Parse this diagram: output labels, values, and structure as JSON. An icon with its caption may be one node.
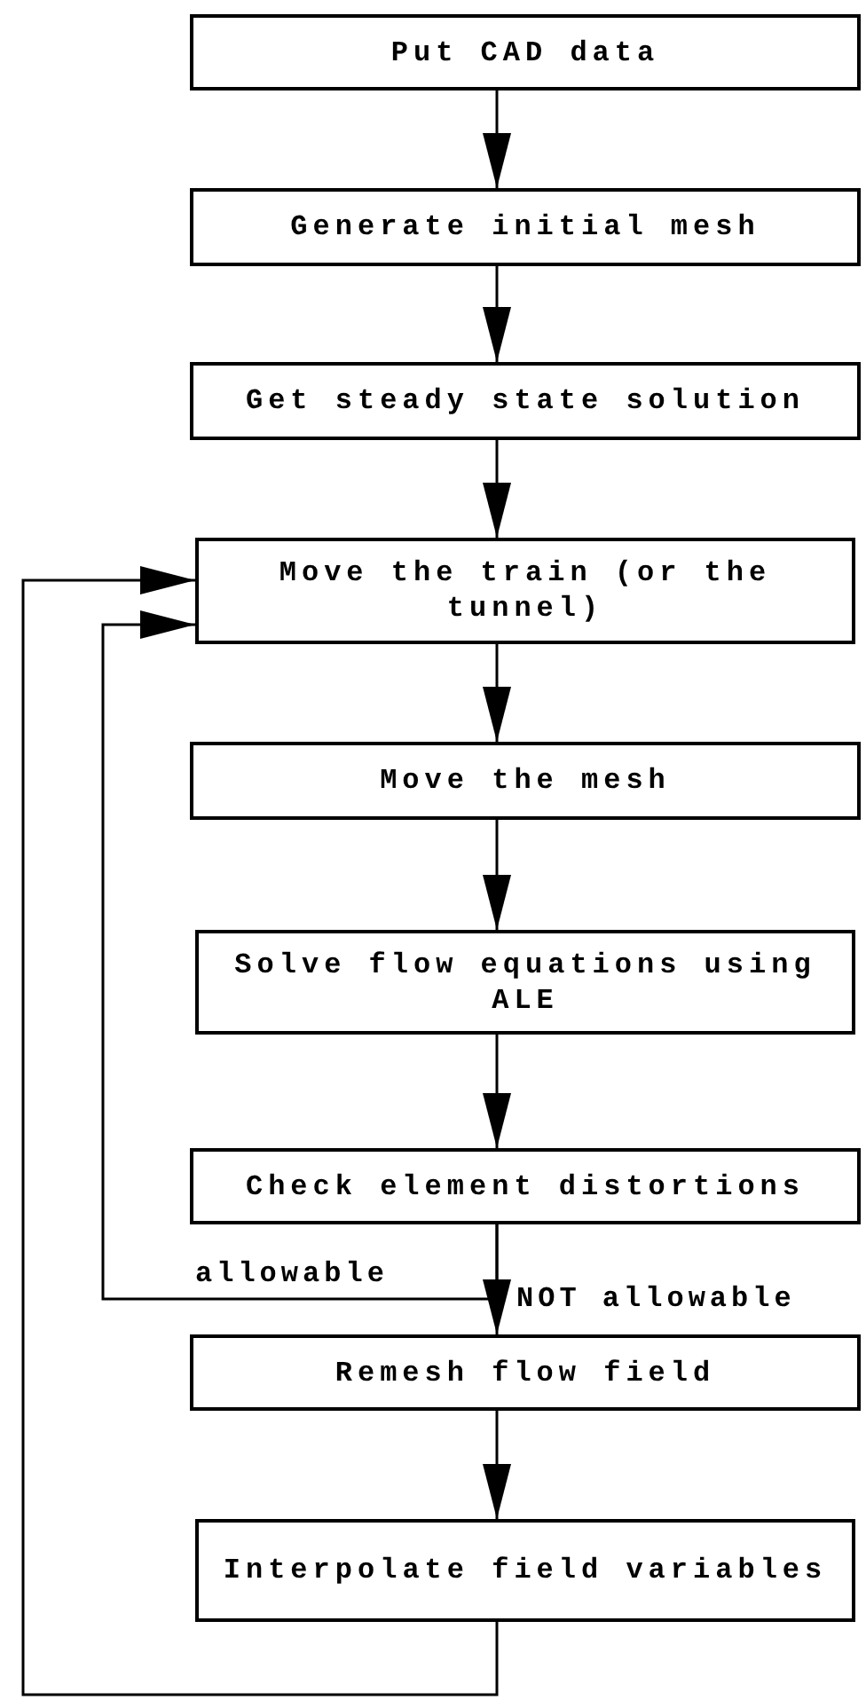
{
  "diagram": {
    "nodes": [
      {
        "text": [
          "Put CAD data"
        ]
      },
      {
        "text": [
          "Generate initial mesh"
        ]
      },
      {
        "text": [
          "Get steady state solution"
        ]
      },
      {
        "text": [
          "Move the train (or the tunnel)"
        ]
      },
      {
        "text": [
          "Move the mesh"
        ]
      },
      {
        "text": [
          "Solve flow equations using ALE"
        ]
      },
      {
        "text": [
          "Check element distortions"
        ]
      },
      {
        "text": [
          "Remesh flow field"
        ]
      },
      {
        "text": [
          "Interpolate field variables"
        ]
      }
    ],
    "edges": [
      {
        "from": 0,
        "to": 1,
        "arrow": "to"
      },
      {
        "from": 1,
        "to": 2,
        "arrow": "to"
      },
      {
        "from": 2,
        "to": 3,
        "arrow": "to"
      },
      {
        "from": 3,
        "to": 4,
        "arrow": "to"
      },
      {
        "from": 4,
        "to": 5,
        "arrow": "to"
      },
      {
        "from": 5,
        "to": 6,
        "arrow": "to"
      },
      {
        "from": 6,
        "to": 3,
        "arrow": "to",
        "label": "allowable"
      },
      {
        "from": 6,
        "to": 7,
        "arrow": "to",
        "label": "NOT allowable"
      },
      {
        "from": 7,
        "to": 8,
        "arrow": "to"
      },
      {
        "from": 8,
        "to": 3,
        "arrow": "to"
      }
    ]
  }
}
